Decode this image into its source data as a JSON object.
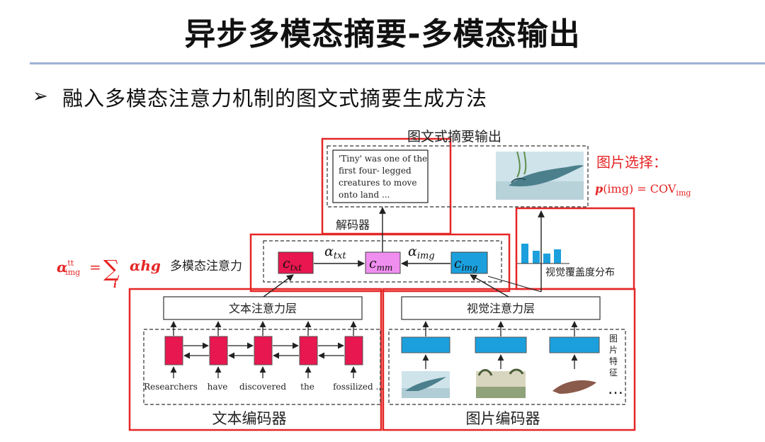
{
  "title": "异步多模态摘要-多模态输出",
  "bullet_symbol": "➢",
  "bullet_text": "融入多模态注意力机制的图文式摘要生成方法",
  "diagram": {
    "output_label": "图文式摘要输出",
    "output_text": [
      "'Tiny' was one of the",
      "first four- legged",
      "creatures to move",
      "onto land ..."
    ],
    "image_selection_label": "图片选择：",
    "image_selection_formula_left": "p",
    "image_selection_formula_mid": "(img) = COV",
    "image_selection_formula_sub": "img",
    "decoder_label": "解码器",
    "mm_attention_label": "多模态注意力",
    "formula_alpha": "α",
    "formula_alpha_sup": "tt",
    "formula_alpha_sub": "img",
    "formula_eq": "=",
    "formula_sum": "∑",
    "formula_sum_sub": "i",
    "formula_term": "α",
    "formula_term_tail": "hg",
    "c_txt": "c",
    "c_txt_sub": "txt",
    "c_mm": "c",
    "c_mm_sub": "mm",
    "c_img": "c",
    "c_img_sub": "img",
    "alpha_txt": "α",
    "alpha_txt_sub": "txt",
    "alpha_img": "α",
    "alpha_img_sub": "img",
    "coverage_label": "视觉覆盖度分布",
    "text_attention_layer": "文本注意力层",
    "visual_attention_layer": "视觉注意力层",
    "words": [
      "Researchers",
      "have",
      "discovered",
      "the",
      "fossilized ..."
    ],
    "image_features_label": "图片特征",
    "ellipsis": "…",
    "text_encoder_label": "文本编码器",
    "image_encoder_label": "图片编码器",
    "colors": {
      "red_frame": "#e52626",
      "rnn_cell": "#e8174f",
      "c_txt_fill": "#e8174f",
      "c_mm_fill": "#f08ef0",
      "c_img_fill": "#1ba0dd",
      "visual_cell": "#1ba0dd",
      "bar": "#1ba0dd"
    }
  }
}
